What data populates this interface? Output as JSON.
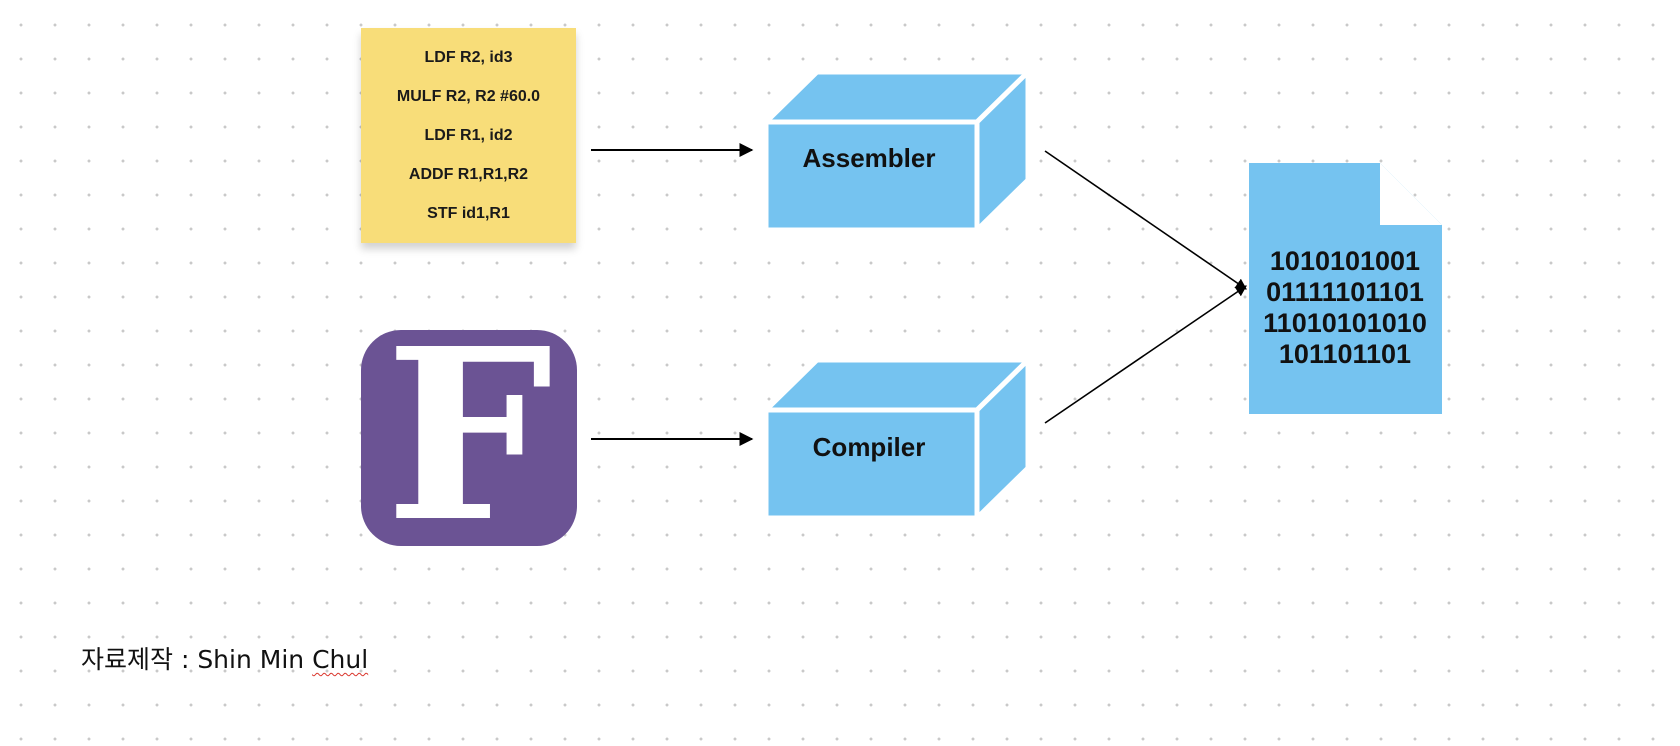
{
  "sticky_note": {
    "lines": [
      "LDF R2, id3",
      "MULF R2, R2 #60.0",
      "LDF R1, id2",
      "ADDF R1,R1,R2",
      "STF id1,R1"
    ]
  },
  "logo": {
    "letter": "F",
    "icon": "fsharp-logo-icon"
  },
  "assembler": {
    "label": "Assembler"
  },
  "compiler": {
    "label": "Compiler"
  },
  "binary_file": {
    "lines": [
      "1010101001",
      "01111101101",
      "11010101010",
      "101101101"
    ]
  },
  "credit": {
    "prefix": "자료제작 : Shin Min ",
    "name_tail": "Chul"
  },
  "colors": {
    "sticky": "#f8dd79",
    "box_face": "#75c3f0",
    "logo_bg": "#6b5394",
    "dot_grid": "#c9c9c9"
  }
}
